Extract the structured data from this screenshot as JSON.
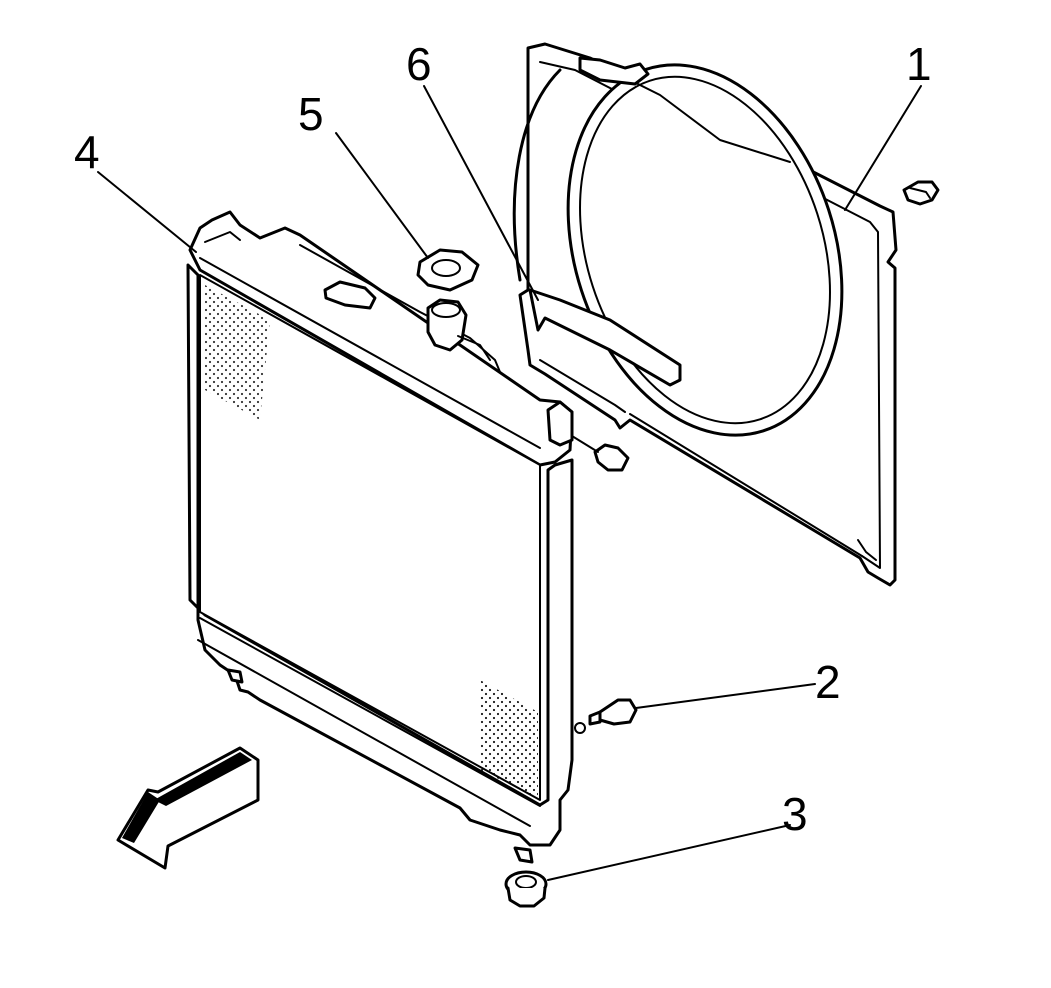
{
  "callouts": {
    "c1": "1",
    "c2": "2",
    "c3": "3",
    "c4": "4",
    "c5": "5",
    "c6": "6"
  },
  "icons": {
    "direction_arrow": "forward-direction-arrow-icon"
  },
  "colors": {
    "ink": "#000000",
    "paper": "#ffffff"
  }
}
